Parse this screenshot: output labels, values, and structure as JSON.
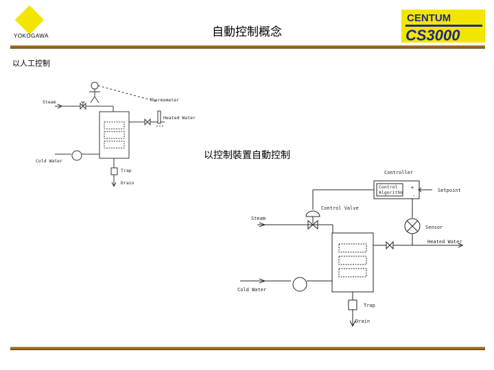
{
  "header": {
    "brand": "YOKOGAWA",
    "title": "自動控制概念",
    "product_logo_text": "CENTUM CS3000"
  },
  "manual_section": {
    "heading": "以人工控制",
    "labels": {
      "steam": "Steam",
      "thermometer": "Thermometer",
      "heated_water": "Heated Water",
      "cold_water": "Cold Water",
      "trap": "Trap",
      "drain": "Drain"
    }
  },
  "auto_section": {
    "heading": "以控制裝置自動控制",
    "labels": {
      "controller": "Controller",
      "control_algo_line1": "Control",
      "control_algo_line2": "Algorithm",
      "setpoint": "Setpoint",
      "control_valve": "Control Valve",
      "steam": "Steam",
      "sensor": "Sensor",
      "heated_water": "Heated Water",
      "cold_water": "Cold Water",
      "trap": "Trap",
      "drain": "Drain"
    }
  },
  "colors": {
    "brand_yellow": "#f2e600",
    "bar_brown": "#9a6a22",
    "logo_blue": "#1a2a8a"
  }
}
